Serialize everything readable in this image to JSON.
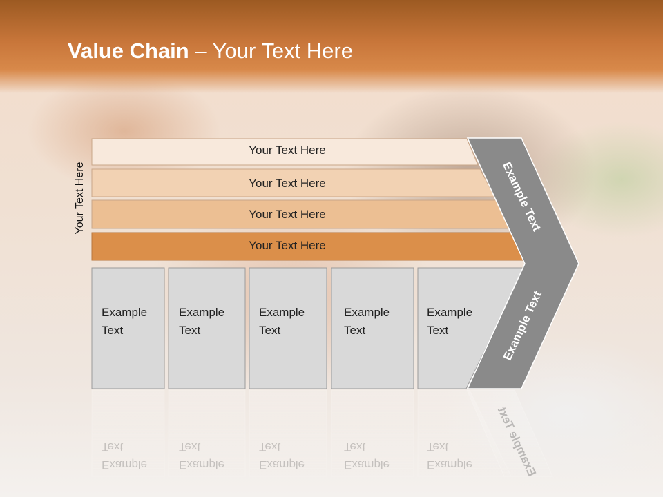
{
  "slide": {
    "title_bold": "Value Chain",
    "title_rest": " – Your Text Here",
    "side_label": "Your Text Here"
  },
  "bars": [
    {
      "label": "Your Text Here",
      "color": "#f8e9dc"
    },
    {
      "label": "Your Text Here",
      "color": "#f2d2b3"
    },
    {
      "label": "Your Text Here",
      "color": "#ecbf93"
    },
    {
      "label": "Your Text Here",
      "color": "#db8f4a"
    }
  ],
  "boxes": [
    {
      "label": "Example Text"
    },
    {
      "label": "Example Text"
    },
    {
      "label": "Example Text"
    },
    {
      "label": "Example Text"
    },
    {
      "label": "Example Text"
    }
  ],
  "chevron": {
    "upper_label": "Example Text",
    "lower_label": "Example Text",
    "color": "#8a8a8a"
  },
  "colors": {
    "header": "#c8763a",
    "box_fill": "#d9d9d9",
    "box_border": "#9a9a9a"
  }
}
